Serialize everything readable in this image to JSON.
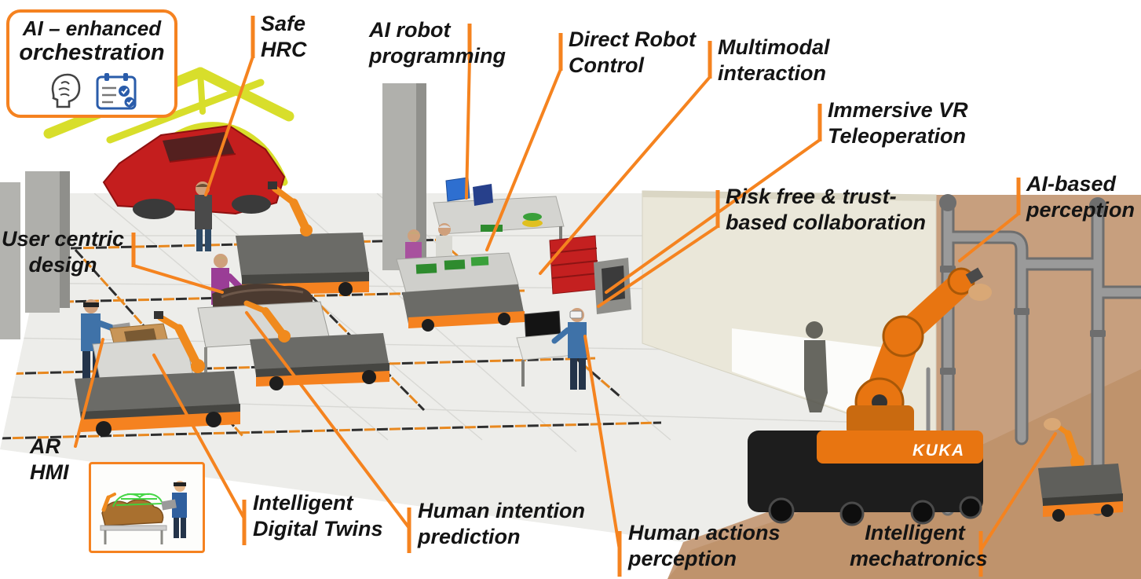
{
  "orchestration_box": {
    "line1": "AI – enhanced",
    "line2": "orchestration",
    "icons": [
      "brain-icon",
      "checklist-icon"
    ]
  },
  "labels": {
    "safe_hrc": {
      "line1": "Safe",
      "line2": "HRC"
    },
    "ai_robot_programming": {
      "line1": "AI robot",
      "line2": "programming"
    },
    "direct_robot_control": {
      "line1": "Direct Robot",
      "line2": "Control"
    },
    "multimodal_interaction": {
      "line1": "Multimodal",
      "line2": "interaction"
    },
    "immersive_vr_teleoperation": {
      "line1": "Immersive VR",
      "line2": "Teleoperation"
    },
    "risk_free_collaboration": {
      "line1": "Risk free & trust-",
      "line2": "based collaboration"
    },
    "ai_based_perception": {
      "line1": "AI-based",
      "line2": "perception"
    },
    "user_centric_design": {
      "line1": "User centric",
      "line2": "design"
    },
    "ar_hmi": {
      "line1": "AR",
      "line2": "HMI"
    },
    "intelligent_digital_twins": {
      "line1": "Intelligent",
      "line2": "Digital Twins"
    },
    "human_intention_prediction": {
      "line1": "Human intention",
      "line2": "prediction"
    },
    "human_actions_perception": {
      "line1": "Human actions",
      "line2": "perception"
    },
    "intelligent_mechatronics": {
      "line1": "Intelligent",
      "line2": "mechatronics"
    }
  },
  "scene": {
    "kuka_logo": "KUKA"
  },
  "colors": {
    "accent_orange": "#F58220",
    "label_text": "#141414",
    "floor": "#EDEDEA",
    "wall_cream": "#EAE7D9",
    "terrain_brown": "#C79F7E",
    "gantry_yellow": "#D8DE2B",
    "car_red": "#C41E1E",
    "robot_orange": "#E87511",
    "pipe_gray": "#8C8C8C"
  }
}
